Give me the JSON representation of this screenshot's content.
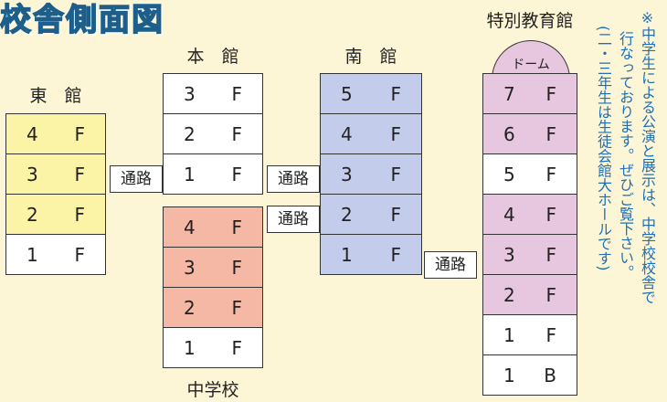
{
  "title": "校舎側面図",
  "colors": {
    "yellow": "#fbf3a6",
    "white": "#ffffff",
    "blue": "#c4cceb",
    "salmon": "#f5b8a5",
    "pink": "#e7c7df",
    "title": "#4fb1e6",
    "note": "#1f6fb7"
  },
  "buildings": {
    "east": {
      "label": "東　館",
      "floors": [
        {
          "num": "4",
          "unit": "F",
          "color": "#fbf3a6"
        },
        {
          "num": "3",
          "unit": "F",
          "color": "#fbf3a6"
        },
        {
          "num": "2",
          "unit": "F",
          "color": "#fbf3a6"
        },
        {
          "num": "1",
          "unit": "F",
          "color": "#ffffff"
        }
      ]
    },
    "main": {
      "label": "本　館",
      "floors": [
        {
          "num": "3",
          "unit": "F",
          "color": "#ffffff"
        },
        {
          "num": "2",
          "unit": "F",
          "color": "#ffffff"
        },
        {
          "num": "1",
          "unit": "F",
          "color": "#ffffff"
        }
      ]
    },
    "junior": {
      "label": "中学校",
      "floors": [
        {
          "num": "4",
          "unit": "F",
          "color": "#f5b8a5"
        },
        {
          "num": "3",
          "unit": "F",
          "color": "#f5b8a5"
        },
        {
          "num": "2",
          "unit": "F",
          "color": "#f5b8a5"
        },
        {
          "num": "1",
          "unit": "F",
          "color": "#ffffff"
        }
      ]
    },
    "south": {
      "label": "南　館",
      "floors": [
        {
          "num": "5",
          "unit": "F",
          "color": "#c4cceb"
        },
        {
          "num": "4",
          "unit": "F",
          "color": "#c4cceb"
        },
        {
          "num": "3",
          "unit": "F",
          "color": "#c4cceb"
        },
        {
          "num": "2",
          "unit": "F",
          "color": "#c4cceb"
        },
        {
          "num": "1",
          "unit": "F",
          "color": "#c4cceb"
        }
      ]
    },
    "special": {
      "label": "特別教育館",
      "dome": "ドーム",
      "floors": [
        {
          "num": "7",
          "unit": "F",
          "color": "#e7c7df"
        },
        {
          "num": "6",
          "unit": "F",
          "color": "#e7c7df"
        },
        {
          "num": "5",
          "unit": "F",
          "color": "#ffffff"
        },
        {
          "num": "4",
          "unit": "F",
          "color": "#e7c7df"
        },
        {
          "num": "3",
          "unit": "F",
          "color": "#e7c7df"
        },
        {
          "num": "2",
          "unit": "F",
          "color": "#e7c7df"
        },
        {
          "num": "1",
          "unit": "F",
          "color": "#ffffff"
        },
        {
          "num": "1",
          "unit": "B",
          "color": "#ffffff"
        }
      ]
    }
  },
  "passages": [
    "通路",
    "通路",
    "通路",
    "通路"
  ],
  "note": {
    "line1": "※中学生による公演と展示は、中学校校舎で",
    "line2": "行なっております。ぜひご覧下さい。",
    "line3": "(二・三年生は生徒会館大ホールです)"
  }
}
